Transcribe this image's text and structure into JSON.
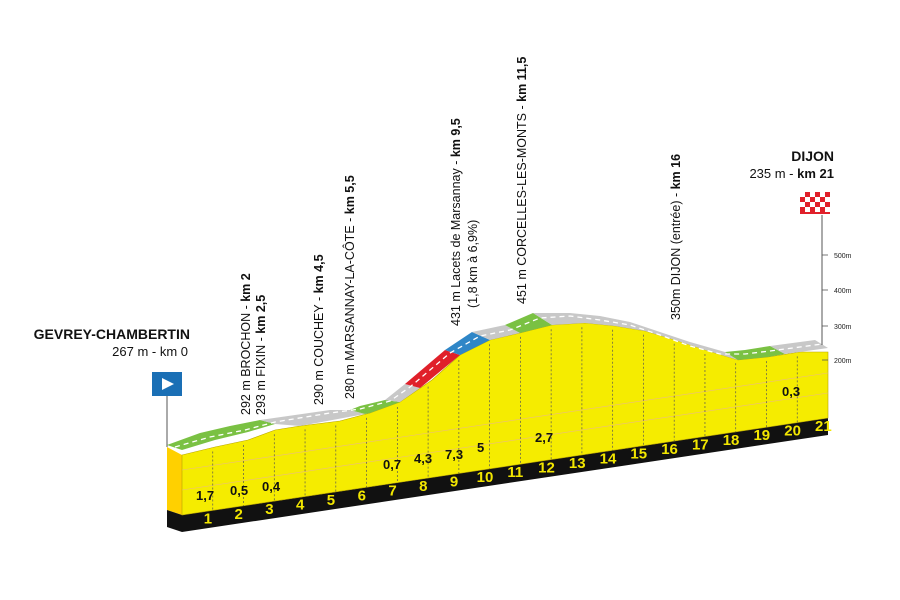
{
  "start": {
    "name": "GEVREY-CHAMBERTIN",
    "info": "267 m - km 0"
  },
  "finish": {
    "name": "DIJON",
    "info_prefix": "235 m - ",
    "info_km": "km 21"
  },
  "waypoints": [
    {
      "line1": "292 m BROCHON - ",
      "line1_km": "km 2",
      "line2": "293 m FIXIN - ",
      "line2_km": "km 2,5"
    },
    {
      "line1": "290 m COUCHEY - ",
      "line1_km": "km 4,5"
    },
    {
      "line1": "280 m MARSANNAY-LA-CÔTE - ",
      "line1_km": "km 5,5"
    },
    {
      "line1": "431 m Lacets de Marsannay - ",
      "line1_km": "km 9,5",
      "line2": "(1,8 km à 6,9%)"
    },
    {
      "line1": "451 m CORCELLES-LES-MONTS - ",
      "line1_km": "km 11,5"
    },
    {
      "line1": "350m DIJON (entrée) - ",
      "line1_km": "km 16"
    }
  ],
  "altitude_scale": [
    "500m",
    "400m",
    "300m",
    "200m"
  ],
  "km_markers": [
    "1",
    "2",
    "3",
    "4",
    "5",
    "6",
    "7",
    "8",
    "9",
    "10",
    "11",
    "12",
    "13",
    "14",
    "15",
    "16",
    "17",
    "18",
    "19",
    "20",
    "21"
  ],
  "gradients": [
    "1,7",
    "0,5",
    "0,4",
    "0,7",
    "4,3",
    "7,3",
    "5",
    "2,7",
    "0,3"
  ],
  "colors": {
    "profile": "#f5ec00",
    "profile_front": "#ffd000",
    "base": "#111111",
    "flat": "#7ac143",
    "climb_blue": "#2f86c7",
    "climb_red": "#e0202a",
    "road": "#c8c8c8"
  }
}
